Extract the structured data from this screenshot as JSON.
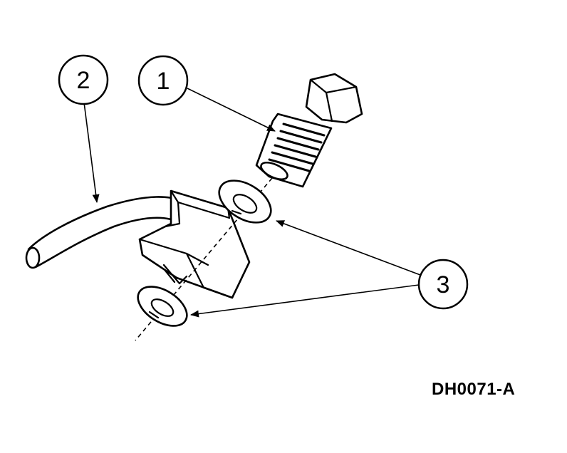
{
  "callouts": {
    "one": "1",
    "two": "2",
    "three": "3"
  },
  "figure_code": "DH0071-A"
}
